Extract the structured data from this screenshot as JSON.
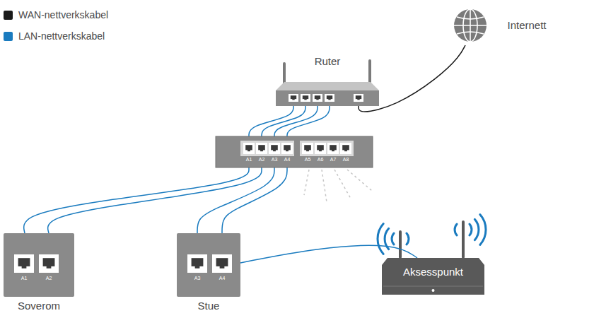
{
  "diagram": {
    "nodes": [
      {
        "text": [
          "Ruter"
        ]
      },
      {
        "text": [
          "Internett"
        ]
      },
      {
        "text": [
          "A1",
          "A2",
          "A3",
          "A4",
          "A5",
          "A6",
          "A7",
          "A8"
        ]
      },
      {
        "text": [
          "Soverom",
          "A1",
          "A2"
        ]
      },
      {
        "text": [
          "Stue",
          "A3",
          "A4"
        ]
      },
      {
        "text": [
          "Aksesspunkt"
        ]
      }
    ],
    "edges": [
      {
        "from": 0,
        "to": 1,
        "arrow": "none"
      },
      {
        "from": 0,
        "to": 2,
        "arrow": "none"
      },
      {
        "from": 0,
        "to": 2,
        "arrow": "none"
      },
      {
        "from": 0,
        "to": 2,
        "arrow": "none"
      },
      {
        "from": 0,
        "to": 2,
        "arrow": "none"
      },
      {
        "from": 2,
        "to": 3,
        "arrow": "none"
      },
      {
        "from": 2,
        "to": 3,
        "arrow": "none"
      },
      {
        "from": 2,
        "to": 4,
        "arrow": "none"
      },
      {
        "from": 2,
        "to": 4,
        "arrow": "none"
      },
      {
        "from": 4,
        "to": 5,
        "arrow": "none"
      }
    ],
    "legend": [
      {
        "text": "WAN-nettverkskabel",
        "color": "#1a1a1a"
      },
      {
        "text": "LAN-nettverkskabel",
        "color": "#1a7bbf"
      }
    ]
  }
}
